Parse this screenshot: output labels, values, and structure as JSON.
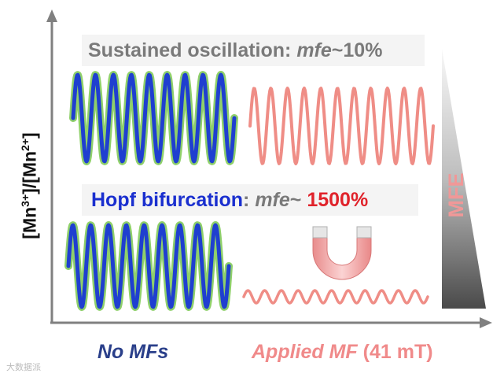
{
  "y_axis_label": {
    "main": "[Mn",
    "sup1": "3+",
    "mid": "]/[Mn",
    "sup2": "2+",
    "end": "]"
  },
  "banner_top": {
    "prefix": "Sustained oscillation: ",
    "mfe": "mfe",
    "suffix": "~10%"
  },
  "banner_bottom": {
    "part1": "Hopf bifurcation",
    "colon": ": ",
    "mfe": "mfe",
    "tilde": "~ ",
    "value": "1500%"
  },
  "mfe_wedge_label": "MFE",
  "x_labels": {
    "left": "No MFs",
    "right_italic": "Applied MF",
    "right_suffix": " (41 mT)"
  },
  "watermark": "大数据派",
  "colors": {
    "blue_wave": "#1f3fd0",
    "green_glow": "#8fd06a",
    "red_wave": "#ef8d86",
    "axis": "#808080",
    "wedge_dark": "#555555",
    "wedge_light": "#f4f4f4"
  },
  "icons": [
    "horseshoe-magnet-icon"
  ]
}
